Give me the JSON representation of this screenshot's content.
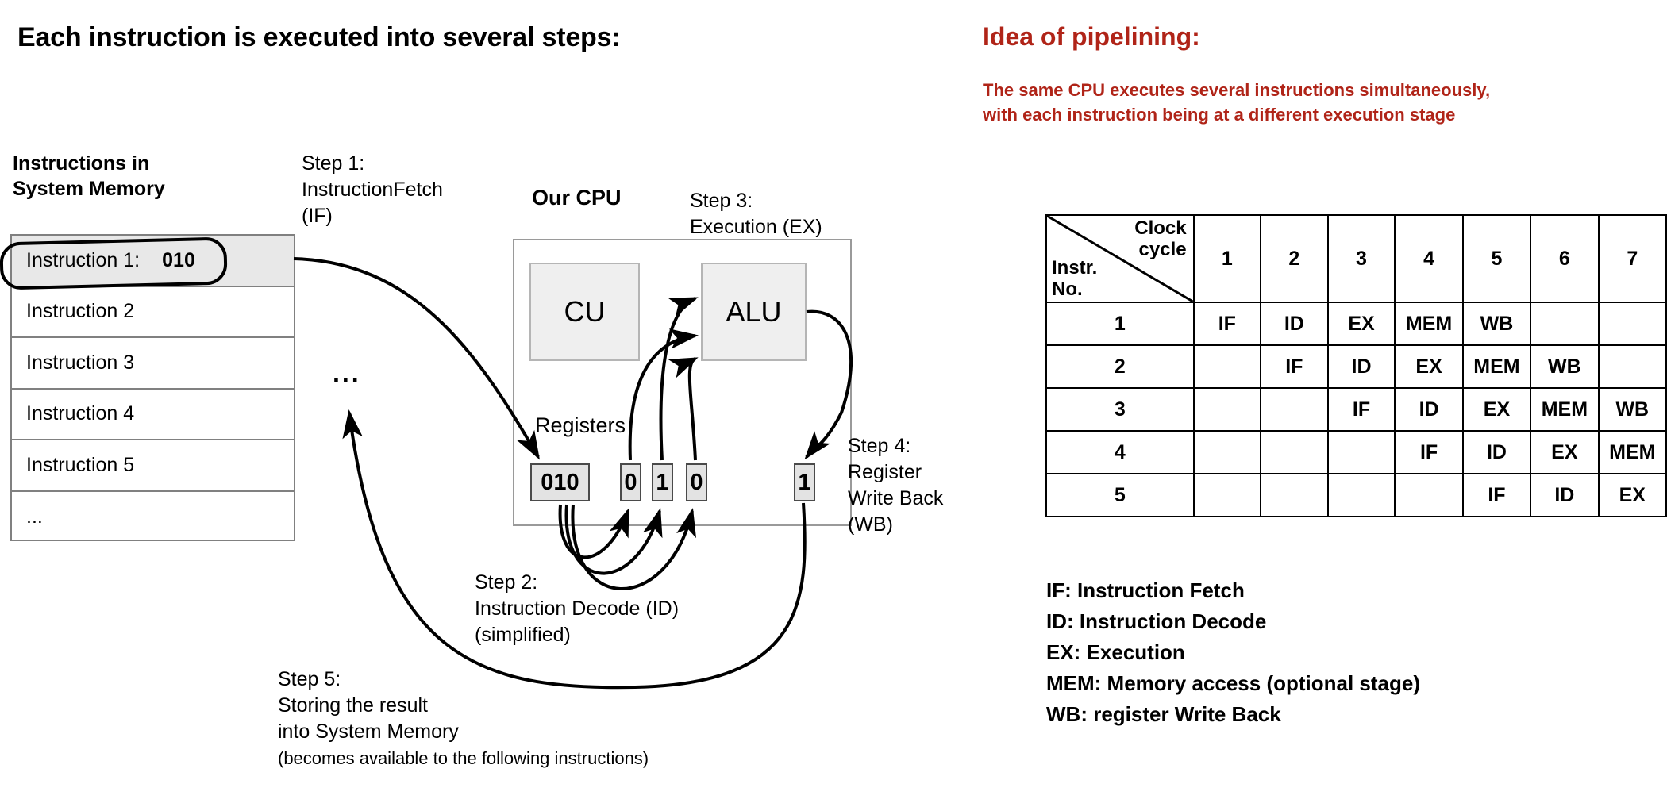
{
  "left_panel": {
    "title": "Each instruction is executed into several steps:",
    "memory_heading_line1": "Instructions in",
    "memory_heading_line2": "System Memory",
    "memory_rows": [
      {
        "label": "Instruction 1:",
        "code": "010",
        "highlighted": true
      },
      {
        "label": "Instruction 2",
        "code": "",
        "highlighted": false
      },
      {
        "label": "Instruction 3",
        "code": "",
        "highlighted": false
      },
      {
        "label": "Instruction 4",
        "code": "",
        "highlighted": false
      },
      {
        "label": "Instruction 5",
        "code": "",
        "highlighted": false
      },
      {
        "label": "...",
        "code": "",
        "highlighted": false
      }
    ],
    "memory_dots": "...",
    "cpu_label": "Our CPU",
    "cu_label": "CU",
    "alu_label": "ALU",
    "registers_label": "Registers",
    "register_values": {
      "instruction_register": "010",
      "decoded_bit_1": "0",
      "decoded_bit_2": "1",
      "decoded_bit_3": "0",
      "result_register": "1"
    },
    "steps": {
      "step1": [
        "Step 1:",
        "InstructionFetch",
        "(IF)"
      ],
      "step2": [
        "Step 2:",
        "Instruction Decode (ID)",
        "(simplified)"
      ],
      "step3": [
        "Step 3:",
        "Execution (EX)"
      ],
      "step4": [
        "Step 4:",
        "Register",
        "Write Back",
        "(WB)"
      ],
      "step5": [
        "Step 5:",
        "Storing the result",
        "into System Memory",
        "(becomes available to the following instructions)"
      ]
    }
  },
  "right_panel": {
    "title": "Idea of pipelining:",
    "subtitle_line1": "The same CPU executes several instructions simultaneously,",
    "subtitle_line2": "with each instruction being at a different execution stage",
    "accent_color": "#B02418",
    "table": {
      "corner_top_label": "Clock cycle",
      "corner_bottom_label_line1": "Instr.",
      "corner_bottom_label_line2": "No.",
      "clock_cycles": [
        "1",
        "2",
        "3",
        "4",
        "5",
        "6",
        "7"
      ],
      "rows": [
        {
          "instr": "1",
          "stages": [
            "IF",
            "ID",
            "EX",
            "MEM",
            "WB",
            "",
            ""
          ]
        },
        {
          "instr": "2",
          "stages": [
            "",
            "IF",
            "ID",
            "EX",
            "MEM",
            "WB",
            ""
          ]
        },
        {
          "instr": "3",
          "stages": [
            "",
            "",
            "IF",
            "ID",
            "EX",
            "MEM",
            "WB"
          ]
        },
        {
          "instr": "4",
          "stages": [
            "",
            "",
            "",
            "IF",
            "ID",
            "EX",
            "MEM"
          ]
        },
        {
          "instr": "5",
          "stages": [
            "",
            "",
            "",
            "",
            "IF",
            "ID",
            "EX"
          ]
        }
      ]
    },
    "legend": [
      "IF: Instruction Fetch",
      "ID: Instruction Decode",
      "EX: Execution",
      "MEM: Memory access (optional stage)",
      "WB: register Write Back"
    ]
  }
}
